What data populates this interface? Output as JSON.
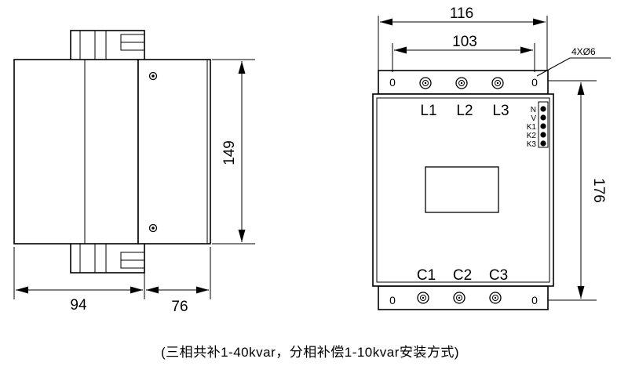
{
  "side_view": {
    "dimensions": {
      "height": "149",
      "depth_front": "94",
      "depth_back": "76"
    }
  },
  "front_view": {
    "dimensions": {
      "total_width": "116",
      "hole_spacing": "103",
      "height": "176"
    },
    "hole_spec": "4XØ6",
    "mount_hole_label": "0",
    "top_terminals": [
      "L1",
      "L2",
      "L3"
    ],
    "bottom_terminals": [
      "C1",
      "C2",
      "C3"
    ],
    "signal_terminals": [
      "N",
      "V",
      "K1",
      "K2",
      "K3"
    ]
  },
  "caption": "(三相共补1-40kvar，分相补偿1-10kvar安装方式)"
}
